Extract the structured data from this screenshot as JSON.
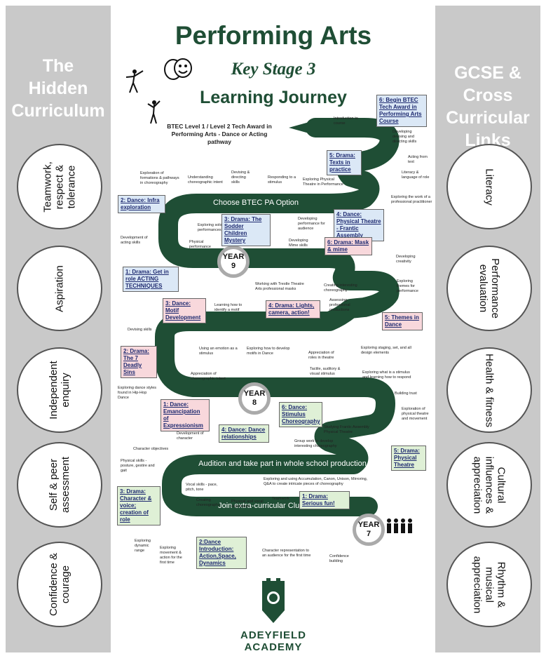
{
  "title": "Performing Arts",
  "subtitle": "Key Stage 3",
  "subtitle2": "Learning Journey",
  "pathway": "BTEC Level 1 / Level 2 Tech Award in Performing Arts - Dance or Acting pathway",
  "left_panel": {
    "heading": [
      "The",
      "Hidden",
      "Curriculum"
    ],
    "bubbles": [
      "Teamwork, respect & tolerance",
      "Aspiration",
      "Independent enquiry",
      "Self & peer assessment",
      "Confidence & courage"
    ]
  },
  "right_panel": {
    "heading": [
      "GCSE &",
      "Cross",
      "Curricular",
      "Links"
    ],
    "bubbles": [
      "Literacy",
      "Performance evaluation",
      "Health & fitness",
      "Cultural influences & appreciation",
      "Rhythm & musical appreciation"
    ]
  },
  "bands": {
    "btec": "Choose BTEC PA Option",
    "audition": "Audition and take part in whole school production",
    "clubs": "Join extra-curricular Clubs"
  },
  "years": {
    "y9": [
      "YEAR",
      "9"
    ],
    "y8": [
      "YEAR",
      "8"
    ],
    "y7": [
      "YEAR",
      "7"
    ]
  },
  "nodes": [
    {
      "id": "n6btec",
      "text": "6: Begin BTEC Tech Award in Performing Arts Course",
      "color": "blue"
    },
    {
      "id": "n5texts",
      "text": "5: Drama: Texts in practice",
      "color": "blue"
    },
    {
      "id": "n2infra",
      "text": "2: Dance: Infra exploration",
      "color": "blue"
    },
    {
      "id": "n3sodder",
      "text": "3: Drama: The Sodder Children Mystery",
      "color": "blue"
    },
    {
      "id": "n4frantic",
      "text": "4: Dance: Physical Theatre - Frantic Assembly",
      "color": "blue"
    },
    {
      "id": "n1role",
      "text": "1: Drama: Get in role ACTING TECHNIQUES",
      "color": "blue"
    },
    {
      "id": "n6mask",
      "text": "6: Drama: Mask & mime",
      "color": "red"
    },
    {
      "id": "n3motif",
      "text": "3: Dance: Motif Development",
      "color": "red"
    },
    {
      "id": "n4lights",
      "text": "4: Drama: Lights, camera, action!",
      "color": "red"
    },
    {
      "id": "n5themes",
      "text": "5: Themes in Dance",
      "color": "red"
    },
    {
      "id": "n2sins",
      "text": "2: Drama: The 7 Deadly Sins",
      "color": "red"
    },
    {
      "id": "n1eman",
      "text": "1: Dance: Emancipation of Expressionism",
      "color": "red"
    },
    {
      "id": "n6stim",
      "text": "6: Dance: Stimulus Choreography",
      "color": "green"
    },
    {
      "id": "n4rel",
      "text": "4: Dance: Dance relationships",
      "color": "green"
    },
    {
      "id": "n5phys",
      "text": "5: Drama: Physical Theatre",
      "color": "green"
    },
    {
      "id": "n3char",
      "text": "3: Drama: Character & voice; creation of role",
      "color": "green"
    },
    {
      "id": "n1fun",
      "text": "1: Drama: Serious fun!",
      "color": "green"
    },
    {
      "id": "n2intro",
      "text": "2:Dance Introduction: Action,Space, Dynamics",
      "color": "green"
    }
  ],
  "labels": [
    "Introduction to course",
    "Developing devising and directing skills",
    "Acting from text",
    "Literacy & language of role",
    "Exploring the work of a professional practitioner",
    "Exploring Physical Theatre in Performance",
    "Responding to a stimulus",
    "Devising & directing skills",
    "Understanding choreographic intent",
    "Exploration of formations & pathways in choreography",
    "Developing performance for audience",
    "Exploring solo performances",
    "Physical performance",
    "Development of acting skills",
    "Developing Mime skills",
    "Developing creativity",
    "Working with Trestle Theatre Arts professional masks",
    "Creating interesting choreography",
    "Exploring themes for performance",
    "Assessing professional productions",
    "Learning how to identify a motif",
    "Devising skills",
    "Using an emotion as a stimulus",
    "Exploring how to develop motifs in Dance",
    "Appreciation of roles in theatre",
    "Exploring staging, set, and all design elements",
    "Appreciation of choreographic intent",
    "Exploring dance styles found in Hip-Hop Dance",
    "Tactile, auditory & visual stimulus",
    "Exploring what is a stimulus and learning how to respond",
    "Building trust",
    "Exploration of physical theatre and movement",
    "Studying Frantic Assembly Physical Theatre",
    "Group work to develop interesting choreography",
    "Development of character",
    "Character objectives",
    "Physical skills - posture, gestire and gait",
    "Exploring and using Accumulation, Canon, Unison, Mirroring, Q&A to create intricate pieces of choreography",
    "Vocal skills - pace, pitch, tone",
    "Creating choreography",
    "Physical and vocal expression",
    "Teamwork",
    "Exploring dynamic range",
    "Exploring movement & action for the first time",
    "Character representation to an audience for the first time",
    "Confidence building"
  ],
  "school": "ADEYFIELD ACADEMY",
  "colors": {
    "road": "#1f4e35",
    "title": "#1f4e35",
    "panel": "#c9c9c9",
    "node_text": "#1e2a70"
  },
  "icons": [
    "dancer-icon",
    "theatre-masks-icon",
    "people-icon",
    "castle-crest-icon"
  ]
}
